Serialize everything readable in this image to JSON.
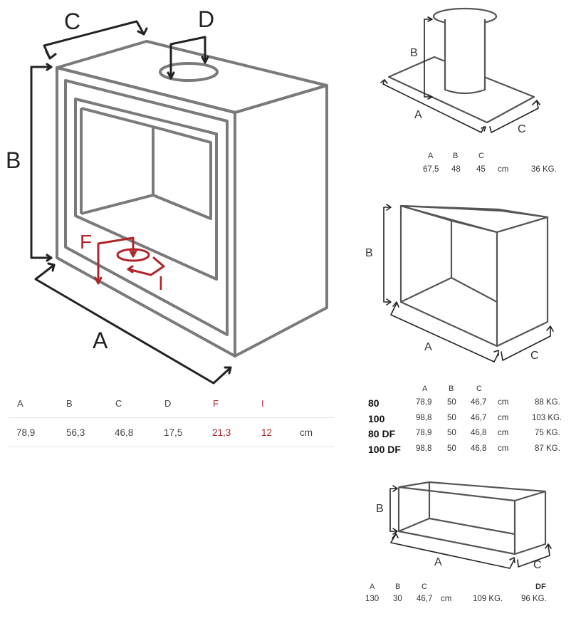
{
  "colors": {
    "outline": "#7a7a7a",
    "dim_line": "#222222",
    "accent": "#b0252a"
  },
  "main_diagram": {
    "labels": {
      "a": "A",
      "b": "B",
      "c": "C",
      "d": "D",
      "f": "F",
      "i": "I"
    }
  },
  "main_table": {
    "headers": [
      "A",
      "B",
      "C",
      "D",
      "F",
      "I"
    ],
    "values": [
      "78,9",
      "56,3",
      "46,8",
      "17,5",
      "21,3",
      "12"
    ],
    "unit": "cm"
  },
  "panel_tube": {
    "labels": {
      "a": "A",
      "b": "B",
      "c": "C"
    },
    "headers": [
      "A",
      "B",
      "C"
    ],
    "values": [
      "67,5",
      "48",
      "45"
    ],
    "unit": "cm",
    "weight": "36 KG."
  },
  "panel_box": {
    "labels": {
      "a": "A",
      "b": "B",
      "c": "C"
    },
    "headers": [
      "A",
      "B",
      "C"
    ],
    "rows": [
      {
        "model": "80",
        "a": "78,9",
        "b": "50",
        "c": "46,7",
        "unit": "cm",
        "weight": "88 KG."
      },
      {
        "model": "100",
        "a": "98,8",
        "b": "50",
        "c": "46,7",
        "unit": "cm",
        "weight": "103 KG."
      },
      {
        "model": "80 DF",
        "a": "78,9",
        "b": "50",
        "c": "46,8",
        "unit": "cm",
        "weight": "75 KG."
      },
      {
        "model": "100 DF",
        "a": "98,8",
        "b": "50",
        "c": "46,8",
        "unit": "cm",
        "weight": "87 KG."
      }
    ]
  },
  "panel_wide": {
    "labels": {
      "a": "A",
      "b": "B",
      "c": "C"
    },
    "headers": [
      "A",
      "B",
      "C"
    ],
    "df_header": "DF",
    "values": [
      "130",
      "30",
      "46,7"
    ],
    "unit": "cm",
    "weight": "109 KG.",
    "df_weight": "96 KG."
  }
}
